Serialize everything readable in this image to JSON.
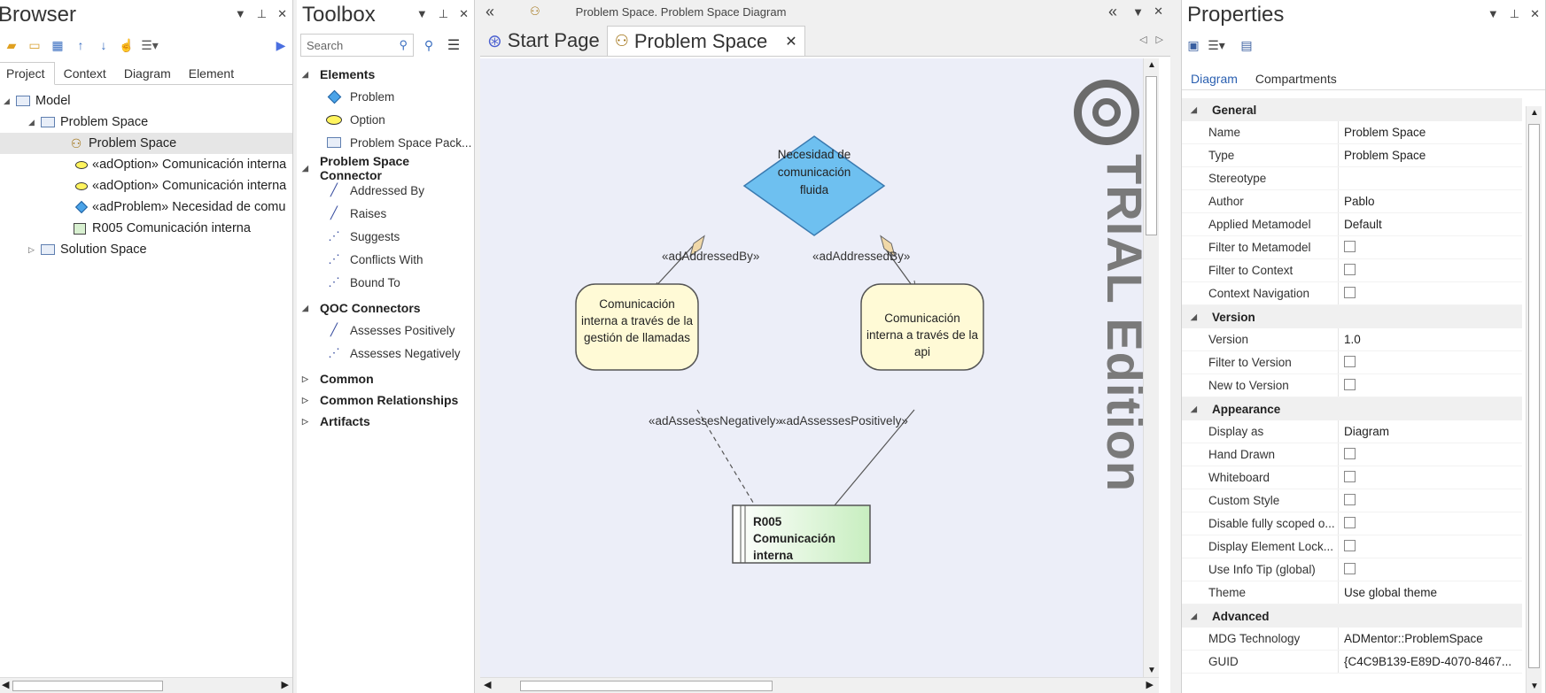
{
  "browser": {
    "title": "Browser",
    "tabs": [
      "Project",
      "Context",
      "Diagram",
      "Element"
    ],
    "tree": [
      {
        "label": "Model"
      },
      {
        "label": "Problem Space"
      },
      {
        "label": "Problem Space"
      },
      {
        "label": "«adOption» Comunicación interna"
      },
      {
        "label": "«adOption» Comunicación interna"
      },
      {
        "label": "«adProblem» Necesidad de comu"
      },
      {
        "label": "R005 Comunicación interna"
      },
      {
        "label": "Solution Space"
      }
    ]
  },
  "toolbox": {
    "title": "Toolbox",
    "search_placeholder": "Search",
    "sections": [
      {
        "label": "Elements",
        "items": [
          "Problem",
          "Option",
          "Problem Space Pack..."
        ]
      },
      {
        "label": "Problem Space Connector",
        "items": [
          "Addressed By",
          "Raises",
          "Suggests",
          "Conflicts With",
          "Bound To"
        ]
      },
      {
        "label": "QOC Connectors",
        "items": [
          "Assesses Positively",
          "Assesses Negatively"
        ]
      }
    ],
    "collapsed": [
      "Common",
      "Common Relationships",
      "Artifacts"
    ]
  },
  "diagram": {
    "title": "Problem Space.  Problem Space Diagram",
    "tabs": [
      "Start Page",
      "Problem Space"
    ],
    "watermark": "TRIAL Edition",
    "nodes": {
      "problem": "Necesidad de comunicación fluida",
      "option1": "Comunicación interna a través de la gestión de llamadas",
      "option2": "Comunicación interna a través de la api",
      "req_line1": "R005",
      "req_line2": "Comunicación",
      "req_line3": "interna"
    },
    "labels": {
      "addressed1": "«adAddressedBy»",
      "addressed2": "«adAddressedBy»",
      "neg": "«adAssessesNegatively»",
      "pos": "«adAssessesPositively»"
    }
  },
  "properties": {
    "title": "Properties",
    "tabs": [
      "Diagram",
      "Compartments"
    ],
    "groups": [
      {
        "name": "General",
        "rows": [
          {
            "name": "Name",
            "value": "Problem Space"
          },
          {
            "name": "Type",
            "value": "Problem Space"
          },
          {
            "name": "Stereotype",
            "value": ""
          },
          {
            "name": "Author",
            "value": "Pablo"
          },
          {
            "name": "Applied Metamodel",
            "value": "Default"
          },
          {
            "name": "Filter to Metamodel",
            "value": ""
          },
          {
            "name": "Filter to Context",
            "value": ""
          },
          {
            "name": "Context Navigation",
            "value": ""
          }
        ]
      },
      {
        "name": "Version",
        "rows": [
          {
            "name": "Version",
            "value": "1.0"
          },
          {
            "name": "Filter to Version",
            "value": ""
          },
          {
            "name": "New to Version",
            "value": ""
          }
        ]
      },
      {
        "name": "Appearance",
        "rows": [
          {
            "name": "Display as",
            "value": "Diagram"
          },
          {
            "name": "Hand Drawn",
            "value": ""
          },
          {
            "name": "Whiteboard",
            "value": ""
          },
          {
            "name": "Custom Style",
            "value": ""
          },
          {
            "name": "Disable fully scoped o...",
            "value": ""
          },
          {
            "name": "Display Element Lock...",
            "value": ""
          },
          {
            "name": "Use Info Tip (global)",
            "value": ""
          },
          {
            "name": "Theme",
            "value": "Use global theme"
          }
        ]
      },
      {
        "name": "Advanced",
        "rows": [
          {
            "name": "MDG Technology",
            "value": "ADMentor::ProblemSpace"
          },
          {
            "name": "GUID",
            "value": "{C4C9B139-E89D-4070-8467..."
          }
        ]
      }
    ]
  }
}
